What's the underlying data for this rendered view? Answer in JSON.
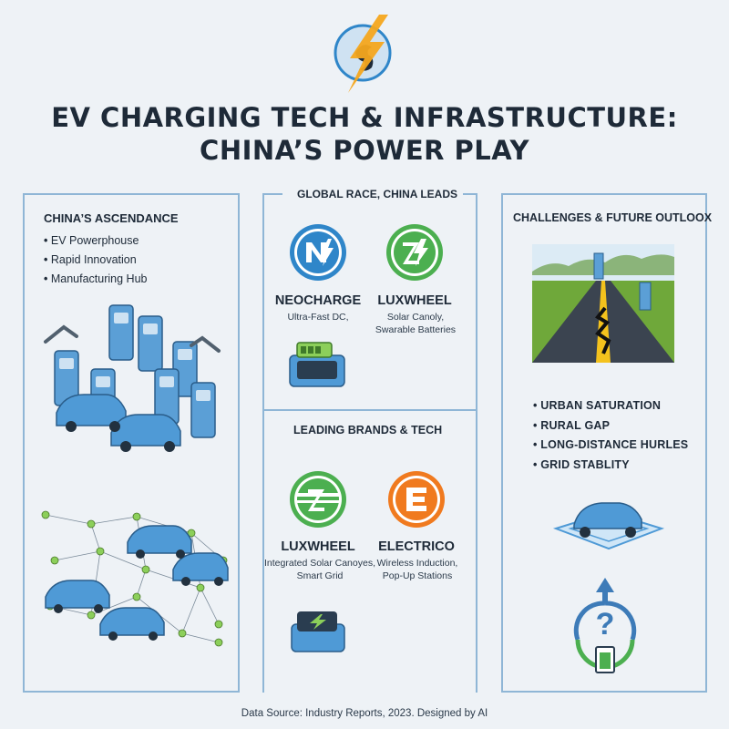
{
  "title": {
    "line1": "EV CHARGING TECH & INFRASTRUCTURE:",
    "line2": "CHINA’S POWER PLAY"
  },
  "left_panel": {
    "heading": "CHINA’S ASCENDANCE",
    "bullets": [
      "EV Powerphouse",
      "Rapid Innovation",
      "Manufacturing Hub"
    ]
  },
  "center_panel": {
    "top_heading": "GLOBAL RACE, CHINA LEADS",
    "mid_heading": "LEADING BRANDS & TECH",
    "brands_top": [
      {
        "name": "NEOCHARGE",
        "desc": "Ultra-Fast DC,",
        "icon": "neocharge-logo-icon",
        "color": "#2f86c9"
      },
      {
        "name": "LUXWHEEL",
        "desc": "Solar Canoly,\nSwarable Batteries",
        "icon": "luxwheel-logo-icon",
        "color": "#4caf50"
      }
    ],
    "brands_bottom": [
      {
        "name": "LUXWHEEL",
        "desc": "Integrated Solar Canoyes,\nSmart Grid",
        "icon": "luxwheel-logo-icon",
        "color": "#4caf50"
      },
      {
        "name": "ELECTRICO",
        "desc": "Wireless Induction,\nPop-Up Stations",
        "icon": "electrico-logo-icon",
        "color": "#f07a1f"
      }
    ]
  },
  "right_panel": {
    "heading": "CHALLENGES & FUTURE OUTLOOX",
    "bullets": [
      "URBAN SATURATION",
      "RURAL GAP",
      "LONG-DISTANCE HURLES",
      "GRID STABLITY"
    ]
  },
  "footer": "Data Source: Industry Reports, 2023. Designed by AI",
  "colors": {
    "accent_blue": "#2f86c9",
    "accent_green": "#4caf50",
    "accent_orange": "#f07a1f",
    "frame": "#8fb6d6",
    "bolt": "#f4a61d"
  }
}
